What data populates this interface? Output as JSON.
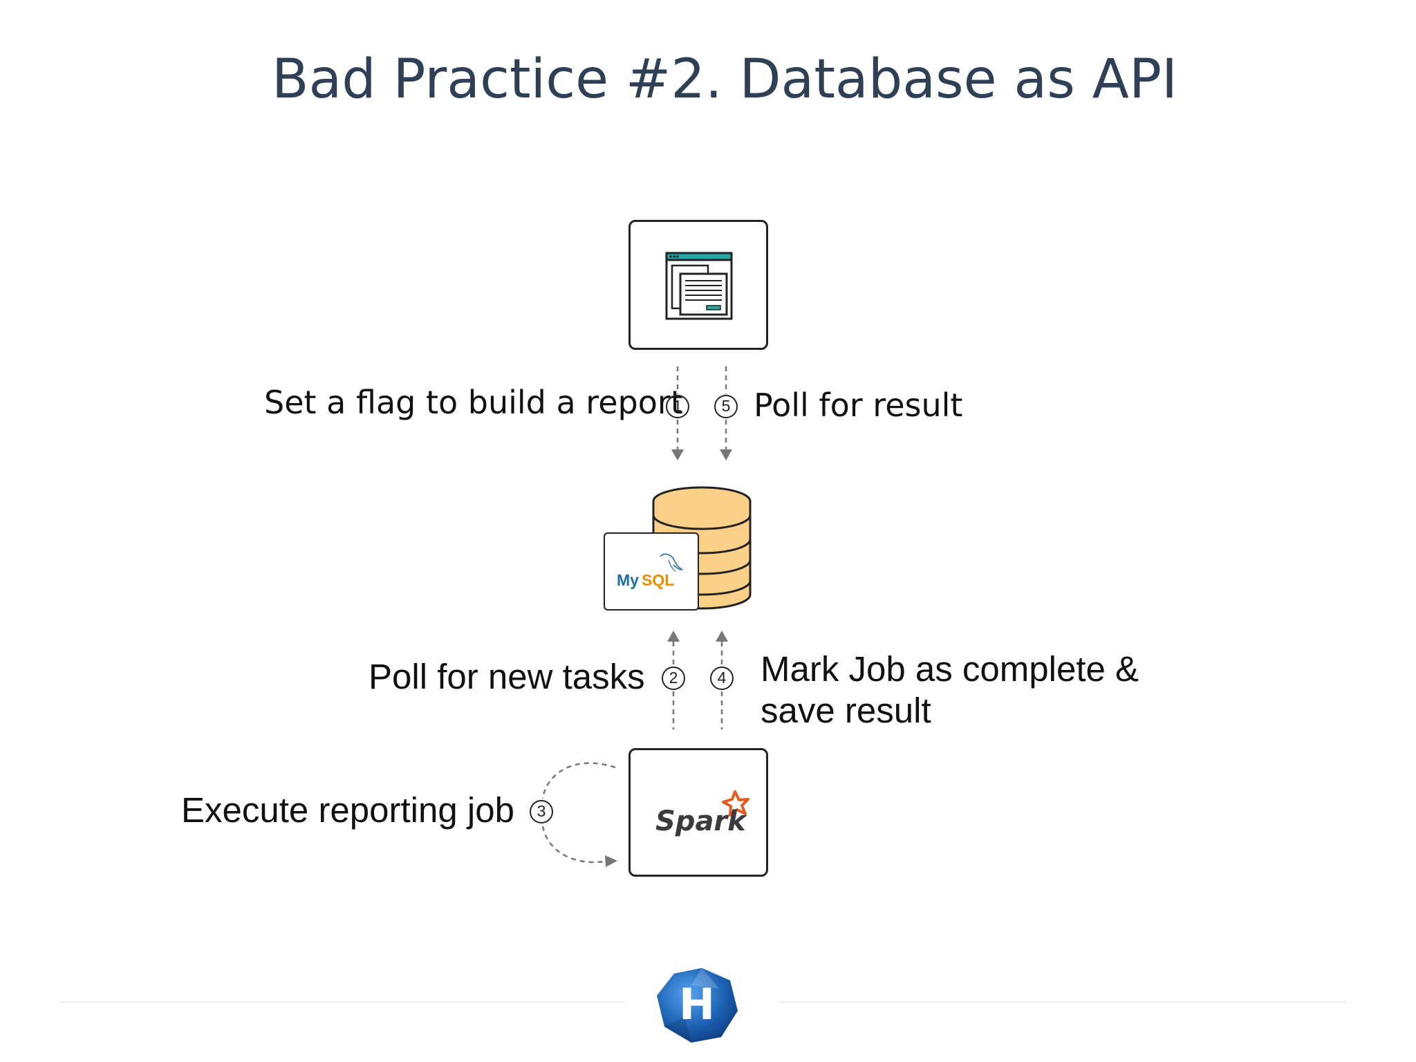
{
  "slide": {
    "title": "Bad Practice #2. Database as API"
  },
  "steps": [
    {
      "num": "1",
      "label": "Set a flag to build a report"
    },
    {
      "num": "5",
      "label": "Poll for result"
    },
    {
      "num": "2",
      "label": "Poll for new tasks"
    },
    {
      "num": "4",
      "label_line1": "Mark Job as complete &",
      "label_line2": "save result"
    },
    {
      "num": "3",
      "label": "Execute reporting job"
    }
  ],
  "logos": {
    "mysql": "MySQL",
    "spark": "Spark",
    "footer": "H"
  },
  "colors": {
    "title": "#2f3f56",
    "db_fill": "#fdd08a",
    "arrow": "#777777",
    "mysql_blue": "#1b6fa3",
    "mysql_orange": "#e48e00",
    "spark_orange": "#e25a1c",
    "logo_blue": "#1e63b5"
  },
  "icons": [
    "app-window-icon",
    "database-icon",
    "mysql-logo",
    "spark-logo",
    "company-logo"
  ]
}
